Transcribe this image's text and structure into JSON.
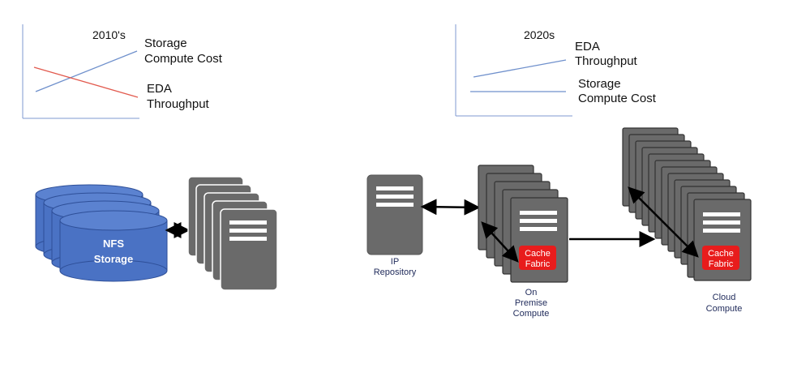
{
  "left_chart": {
    "title": "2010's",
    "label_top": [
      "Storage",
      "Compute Cost"
    ],
    "label_bottom": [
      "EDA",
      "Throughput"
    ],
    "line_colors": {
      "rising": "#6f90cc",
      "falling": "#e25a4e"
    }
  },
  "right_chart": {
    "title": "2020s",
    "label_top": [
      "EDA",
      "Throughput"
    ],
    "label_bottom": [
      "Storage",
      "Compute Cost"
    ],
    "line_colors": {
      "rising": "#6f90cc",
      "flat": "#6f90cc"
    }
  },
  "left_diagram": {
    "storage_label": [
      "NFS",
      "Storage"
    ],
    "storage_color": "#4a72c4",
    "server_color": "#6a6a6a"
  },
  "right_diagram": {
    "ip_repository_label": [
      "IP",
      "Repository"
    ],
    "on_premise_label": [
      "On",
      "Premise",
      "Compute"
    ],
    "cloud_label": [
      "Cloud",
      "Compute"
    ],
    "cache_label": [
      "Cache",
      "Fabric"
    ],
    "cache_color": "#e81c1c",
    "server_color": "#6a6a6a"
  }
}
